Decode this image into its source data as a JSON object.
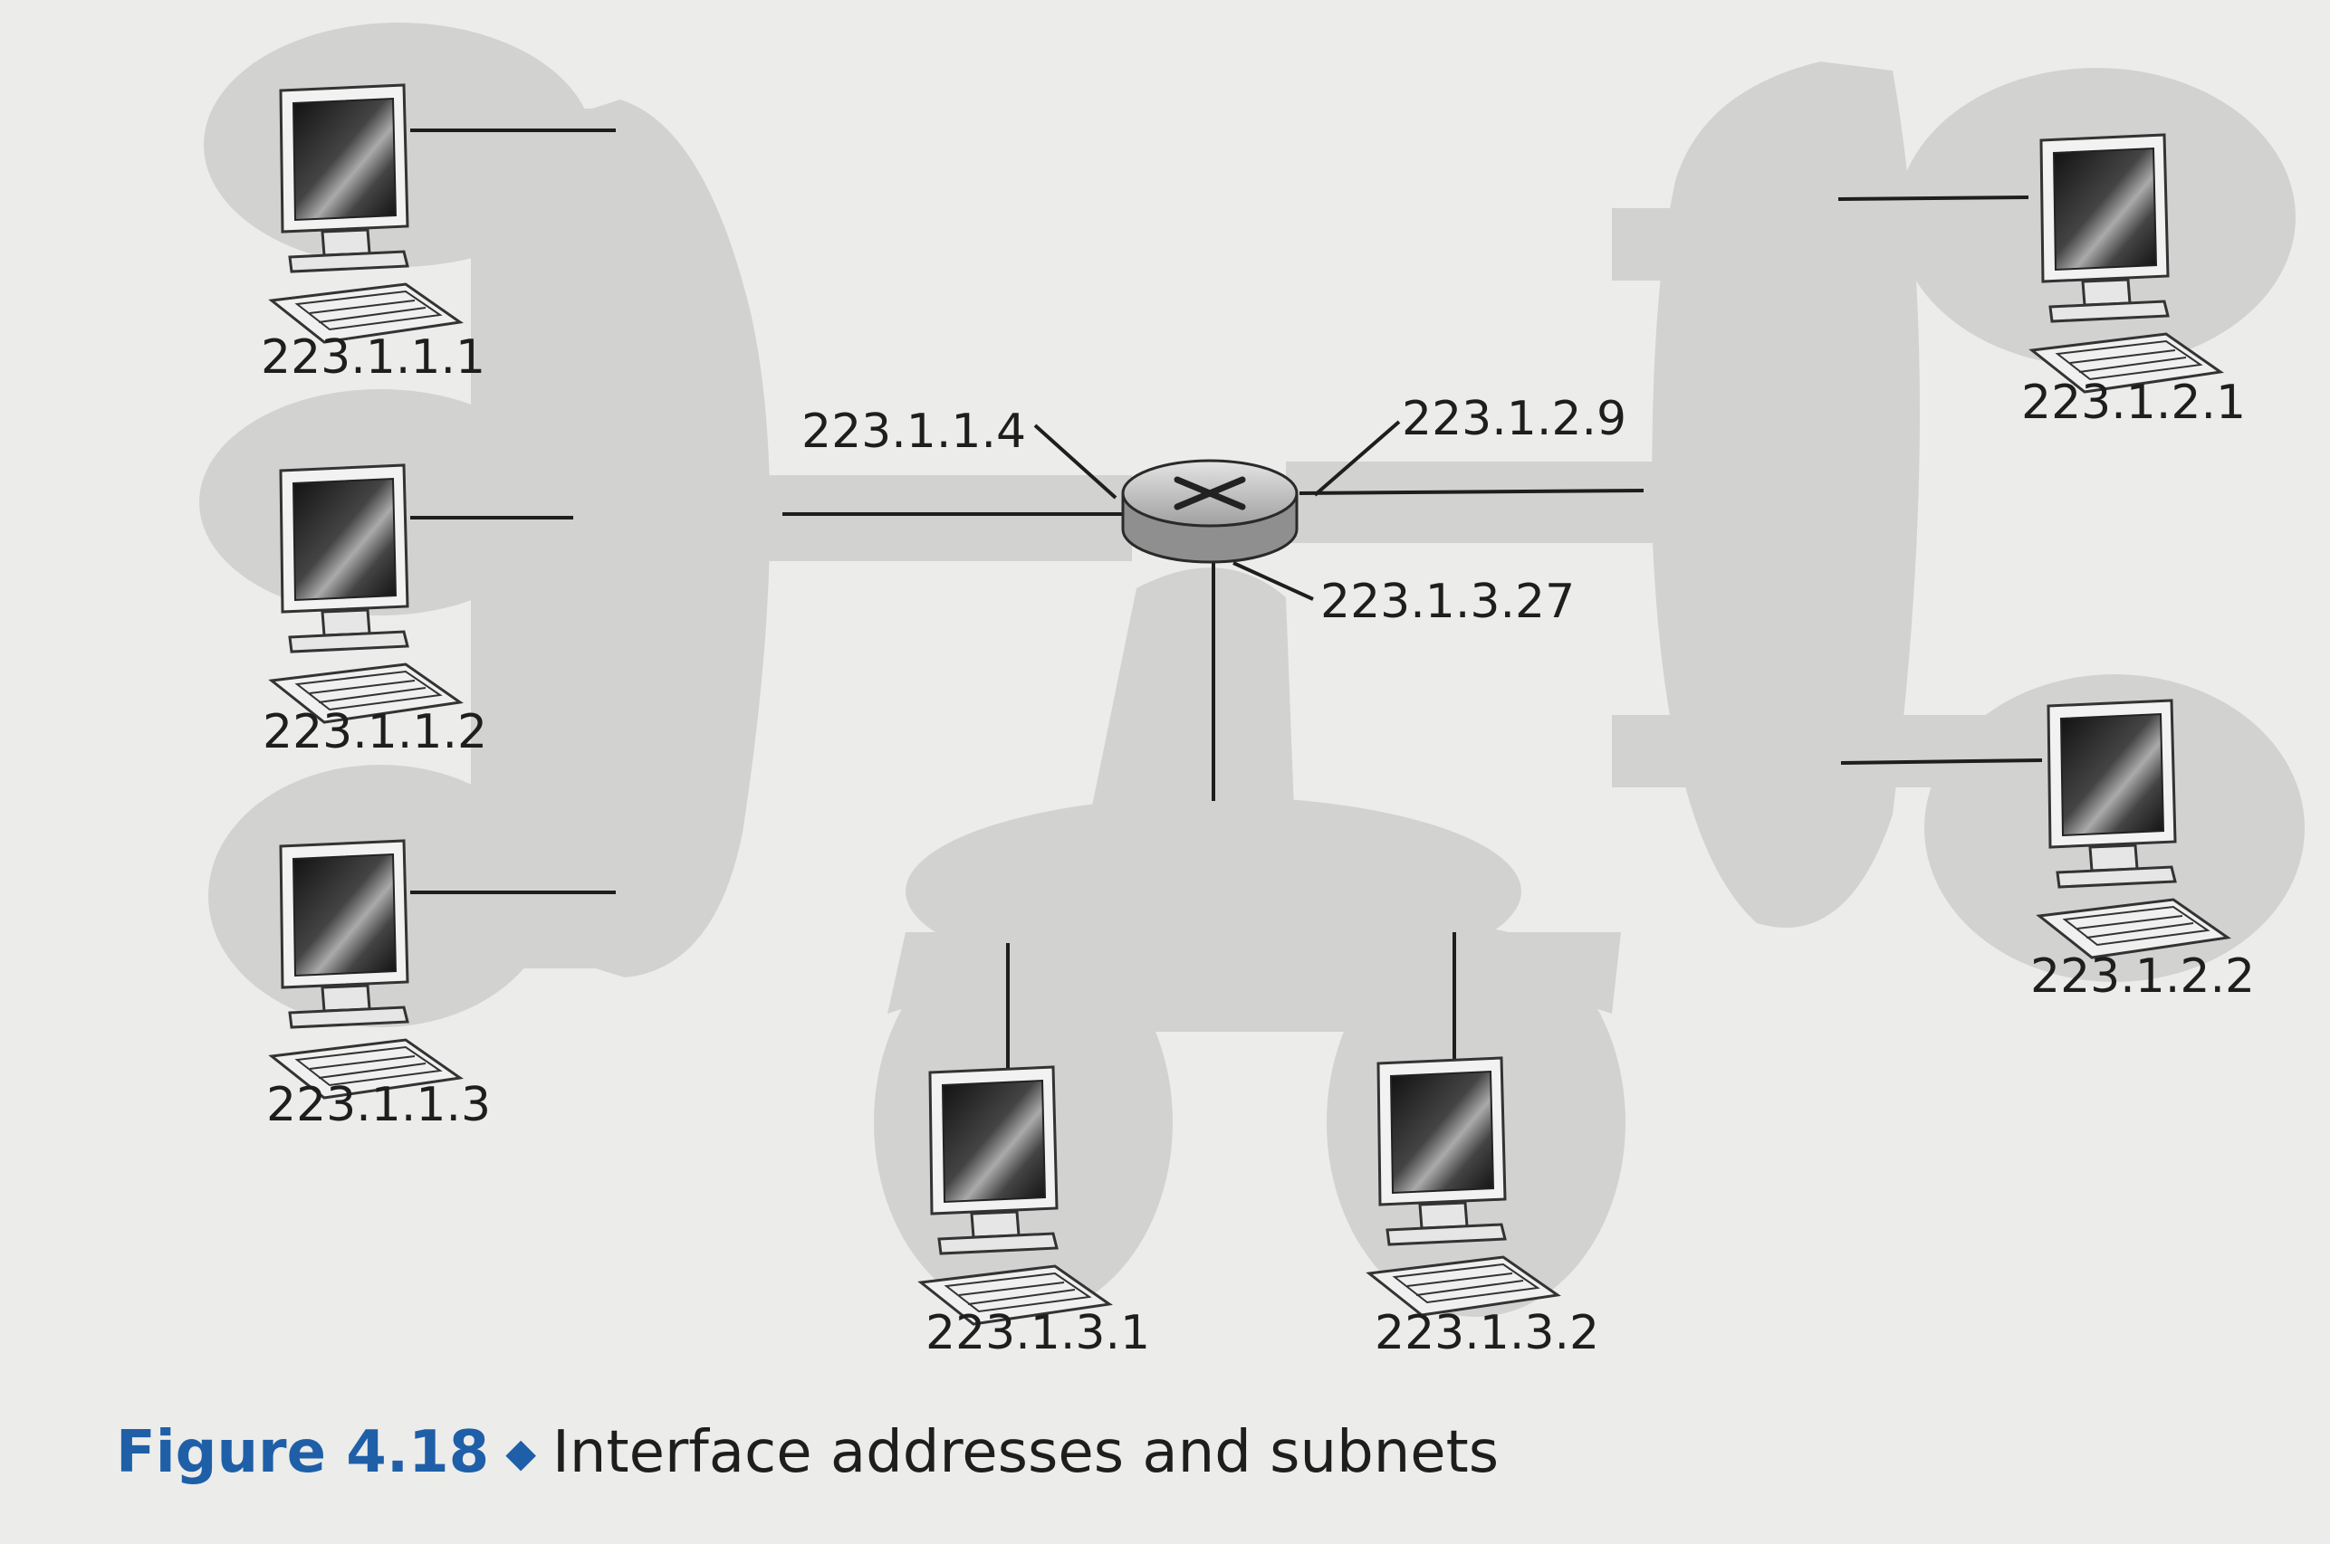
{
  "hosts": {
    "h1": "223.1.1.1",
    "h2": "223.1.1.2",
    "h3": "223.1.1.3",
    "h4": "223.1.2.1",
    "h5": "223.1.2.2",
    "h6": "223.1.3.1",
    "h7": "223.1.3.2"
  },
  "router": {
    "if_left": "223.1.1.4",
    "if_right": "223.1.2.9",
    "if_bottom": "223.1.3.27"
  },
  "caption": {
    "figure": "Figure 4.18",
    "separator": "◆",
    "text": "Interface addresses and subnets"
  },
  "colors": {
    "background": "#ececea",
    "subnet_fill": "#d2d2d0",
    "link": "#1e1e1e",
    "accent": "#1f5fa8"
  }
}
